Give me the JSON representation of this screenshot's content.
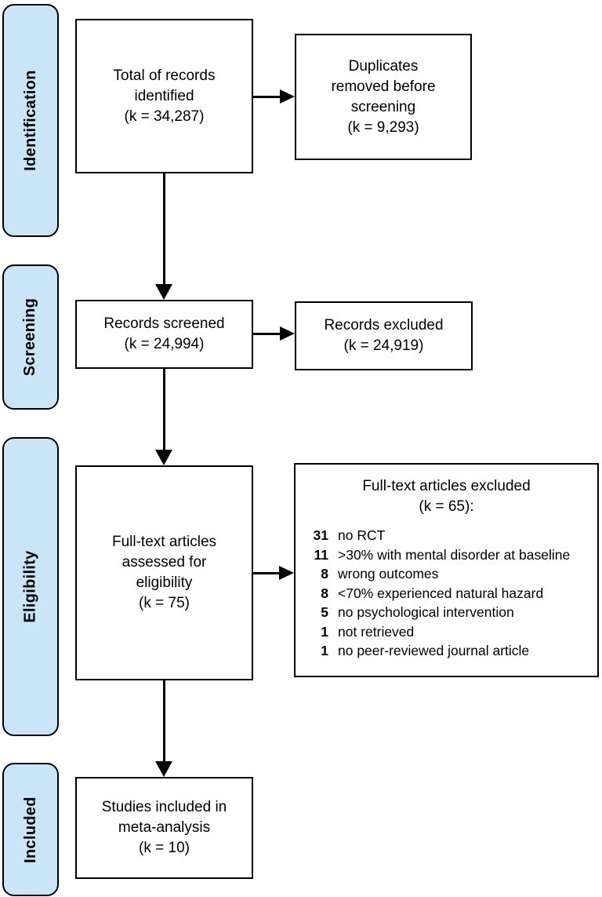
{
  "diagram": {
    "type": "prisma-flow",
    "colors": {
      "stage_fill": "#C9E5F7",
      "stage_border": "#000000",
      "box_border": "#000000",
      "arrow": "#000000",
      "background": "#FFFFFF"
    },
    "stages": [
      {
        "label": "Identification"
      },
      {
        "label": "Screening"
      },
      {
        "label": "Eligibility"
      },
      {
        "label": "Included"
      }
    ],
    "boxes": {
      "identified": {
        "lines": [
          "Total of records",
          "identified",
          "(k = 34,287)"
        ]
      },
      "duplicates": {
        "lines": [
          "Duplicates",
          "removed before",
          "screening",
          "(k = 9,293)"
        ]
      },
      "screened": {
        "lines": [
          "Records screened",
          "(k = 24,994)"
        ]
      },
      "records_excluded": {
        "lines": [
          "Records excluded",
          "(k = 24,919)"
        ]
      },
      "fulltext": {
        "lines": [
          "Full-text articles",
          "assessed for",
          "eligibility",
          "(k = 75)"
        ]
      },
      "fulltext_excluded": {
        "title_lines": [
          "Full-text articles excluded",
          "(k = 65):"
        ],
        "reasons": [
          {
            "count": "31",
            "reason": "no RCT"
          },
          {
            "count": "11",
            "reason": ">30% with mental disorder at baseline"
          },
          {
            "count": "8",
            "reason": "wrong outcomes"
          },
          {
            "count": "8",
            "reason": "<70% experienced natural hazard"
          },
          {
            "count": "5",
            "reason": "no psychological intervention"
          },
          {
            "count": "1",
            "reason": "not retrieved"
          },
          {
            "count": "1",
            "reason": "no peer-reviewed journal article"
          }
        ]
      },
      "included": {
        "lines": [
          "Studies included in",
          "meta-analysis",
          "(k = 10)"
        ]
      }
    }
  }
}
